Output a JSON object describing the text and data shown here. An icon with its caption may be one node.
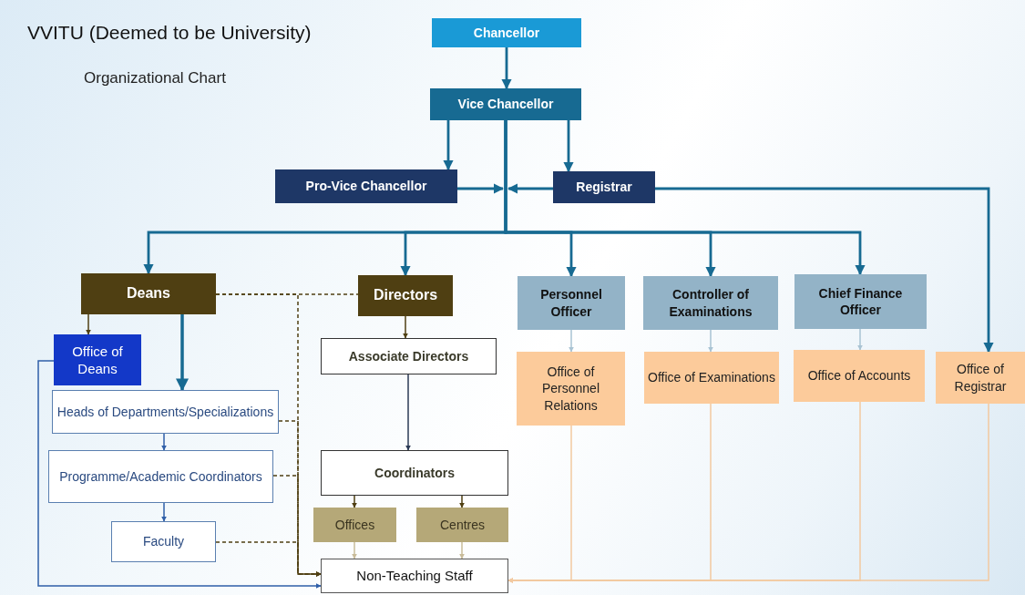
{
  "diagram": {
    "title": "VVITU (Deemed to be University)",
    "nodes": [
      {
        "text": [
          "Chancellor"
        ]
      },
      {
        "text": [
          "Vice Chancellor"
        ]
      },
      {
        "text": [
          "Pro-Vice Chancellor"
        ]
      },
      {
        "text": [
          "Registrar"
        ]
      },
      {
        "text": [
          "Deans"
        ]
      },
      {
        "text": [
          "Directors"
        ]
      },
      {
        "text": [
          "Personnel Officer"
        ]
      },
      {
        "text": [
          "Controller of Examinations"
        ]
      },
      {
        "text": [
          "Chief Finance Officer"
        ]
      },
      {
        "text": [
          "Office of Deans"
        ]
      },
      {
        "text": [
          "Heads of Departments/Specializations"
        ]
      },
      {
        "text": [
          "Programme/Academic Coordinators"
        ]
      },
      {
        "text": [
          "Faculty"
        ]
      },
      {
        "text": [
          "Associate Directors"
        ]
      },
      {
        "text": [
          "Coordinators"
        ]
      },
      {
        "text": [
          "Offices"
        ]
      },
      {
        "text": [
          "Centres"
        ]
      },
      {
        "text": [
          "Non-Teaching Staff"
        ]
      },
      {
        "text": [
          "Office of Personnel Relations"
        ]
      },
      {
        "text": [
          "Office of Examinations"
        ]
      },
      {
        "text": [
          "Office of Accounts"
        ]
      },
      {
        "text": [
          "Office of Registrar"
        ]
      }
    ],
    "edges": [
      {
        "from": 0,
        "to": 1,
        "arrow": "to"
      },
      {
        "from": 1,
        "to": 2,
        "arrow": "to"
      },
      {
        "from": 1,
        "to": 3,
        "arrow": "to"
      },
      {
        "from": 2,
        "to": null,
        "arrow": "to"
      },
      {
        "from": 3,
        "to": null,
        "arrow": "to"
      },
      {
        "from": 1,
        "to": 4,
        "arrow": "to"
      },
      {
        "from": 1,
        "to": 5,
        "arrow": "to"
      },
      {
        "from": 1,
        "to": 6,
        "arrow": "to"
      },
      {
        "from": 1,
        "to": 7,
        "arrow": "to"
      },
      {
        "from": 1,
        "to": 8,
        "arrow": "to"
      },
      {
        "from": 3,
        "to": 21,
        "arrow": "to"
      },
      {
        "from": 4,
        "to": 9,
        "arrow": "to",
        "color": "#4f3f12"
      },
      {
        "from": 4,
        "to": 10,
        "arrow": "to",
        "style": "thick"
      },
      {
        "from": 4,
        "to": 5,
        "arrow": "none",
        "style": "dashed",
        "color": "#4f3f12"
      },
      {
        "from": 4,
        "to": 17,
        "arrow": "to",
        "style": "dashed",
        "color": "#4f3f12"
      },
      {
        "from": 10,
        "to": 17,
        "arrow": "to",
        "style": "dashed",
        "color": "#4f3f12"
      },
      {
        "from": 11,
        "to": 17,
        "arrow": "to",
        "style": "dashed",
        "color": "#4f3f12"
      },
      {
        "from": 12,
        "to": 17,
        "arrow": "to",
        "style": "dashed",
        "color": "#4f3f12"
      },
      {
        "from": 9,
        "to": 17,
        "arrow": "to",
        "color": "#2f5fa8"
      },
      {
        "from": 5,
        "to": 13,
        "arrow": "to",
        "color": "#4f3f12"
      },
      {
        "from": 13,
        "to": 14,
        "arrow": "to",
        "color": "#2b3a55"
      },
      {
        "from": 14,
        "to": 15,
        "arrow": "to",
        "color": "#4f3f12"
      },
      {
        "from": 14,
        "to": 16,
        "arrow": "to",
        "color": "#4f3f12"
      },
      {
        "from": 15,
        "to": 17,
        "arrow": "to",
        "color": "#c9bc9a"
      },
      {
        "from": 16,
        "to": 17,
        "arrow": "to",
        "color": "#c9bc9a"
      },
      {
        "from": 6,
        "to": 18,
        "arrow": "to",
        "color": "#a9c3d3"
      },
      {
        "from": 7,
        "to": 19,
        "arrow": "to",
        "color": "#a9c3d3"
      },
      {
        "from": 8,
        "to": 20,
        "arrow": "to",
        "color": "#a9c3d3"
      },
      {
        "from": 18,
        "to": 17,
        "arrow": "to",
        "color": "#f2c9a0"
      },
      {
        "from": 19,
        "to": 17,
        "arrow": "to",
        "color": "#f2c9a0"
      },
      {
        "from": 20,
        "to": 17,
        "arrow": "to",
        "color": "#f2c9a0"
      },
      {
        "from": 21,
        "to": 17,
        "arrow": "to",
        "color": "#f2c9a0"
      },
      {
        "from": 10,
        "to": 11,
        "arrow": "to",
        "color": "#2f5fa8"
      },
      {
        "from": 11,
        "to": 12,
        "arrow": "to",
        "color": "#2f5fa8"
      }
    ],
    "labels": [
      "Organizational Chart"
    ]
  }
}
